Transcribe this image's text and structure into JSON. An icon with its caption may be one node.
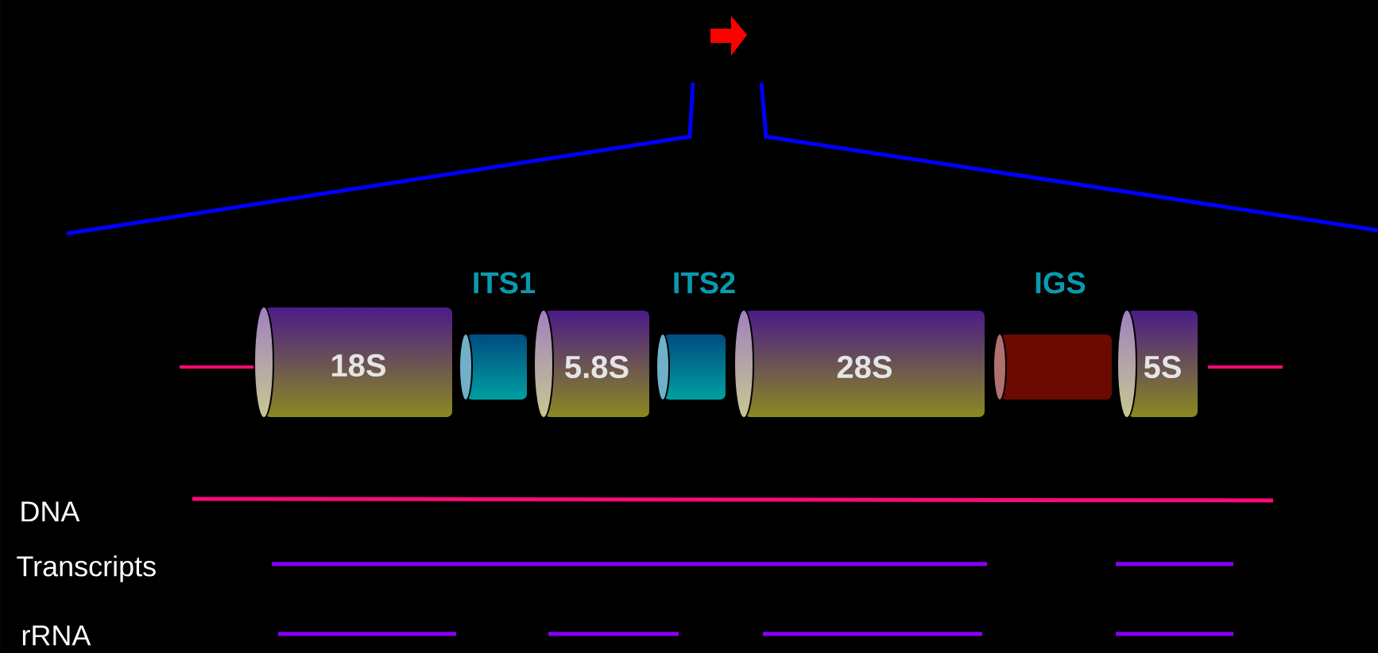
{
  "diagram": {
    "nodes": [
      {
        "text": [
          "18S"
        ]
      },
      {
        "text": [
          "ITS1"
        ]
      },
      {
        "text": [
          "5.8S"
        ]
      },
      {
        "text": [
          "ITS2"
        ]
      },
      {
        "text": [
          "28S"
        ]
      },
      {
        "text": [
          "IGS"
        ]
      },
      {
        "text": [
          "5S"
        ]
      }
    ],
    "labels": [
      "DNA",
      "Transcripts",
      "rRNA"
    ]
  }
}
